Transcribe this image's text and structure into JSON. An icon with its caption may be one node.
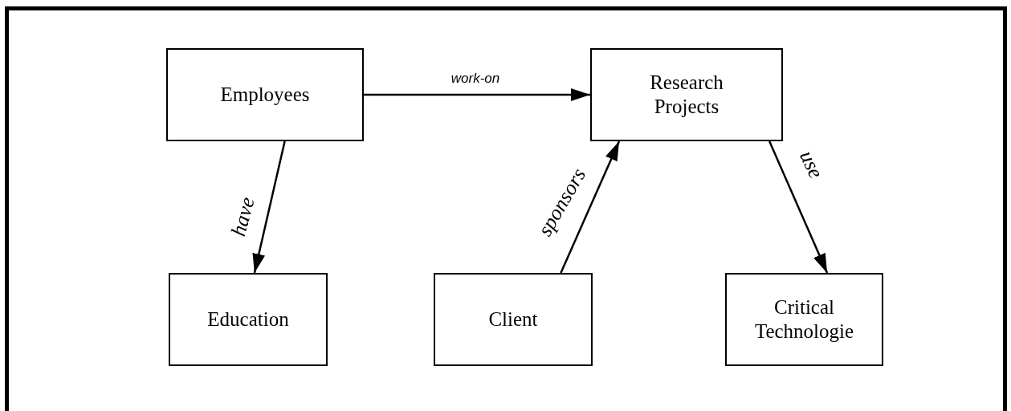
{
  "diagram": {
    "nodes": [
      {
        "text": [
          "Employees"
        ]
      },
      {
        "text": [
          "Research Projects"
        ]
      },
      {
        "text": [
          "Education"
        ]
      },
      {
        "text": [
          "Client"
        ]
      },
      {
        "text": [
          "Critical Technologie"
        ]
      }
    ],
    "edges": [
      {
        "from": 0,
        "to": 1,
        "arrow": "to",
        "label": "work-on"
      },
      {
        "from": 0,
        "to": 2,
        "arrow": "to",
        "label": "have"
      },
      {
        "from": 3,
        "to": 1,
        "arrow": "to",
        "label": "sponsors"
      },
      {
        "from": 1,
        "to": 4,
        "arrow": "to",
        "label": "use"
      }
    ]
  }
}
